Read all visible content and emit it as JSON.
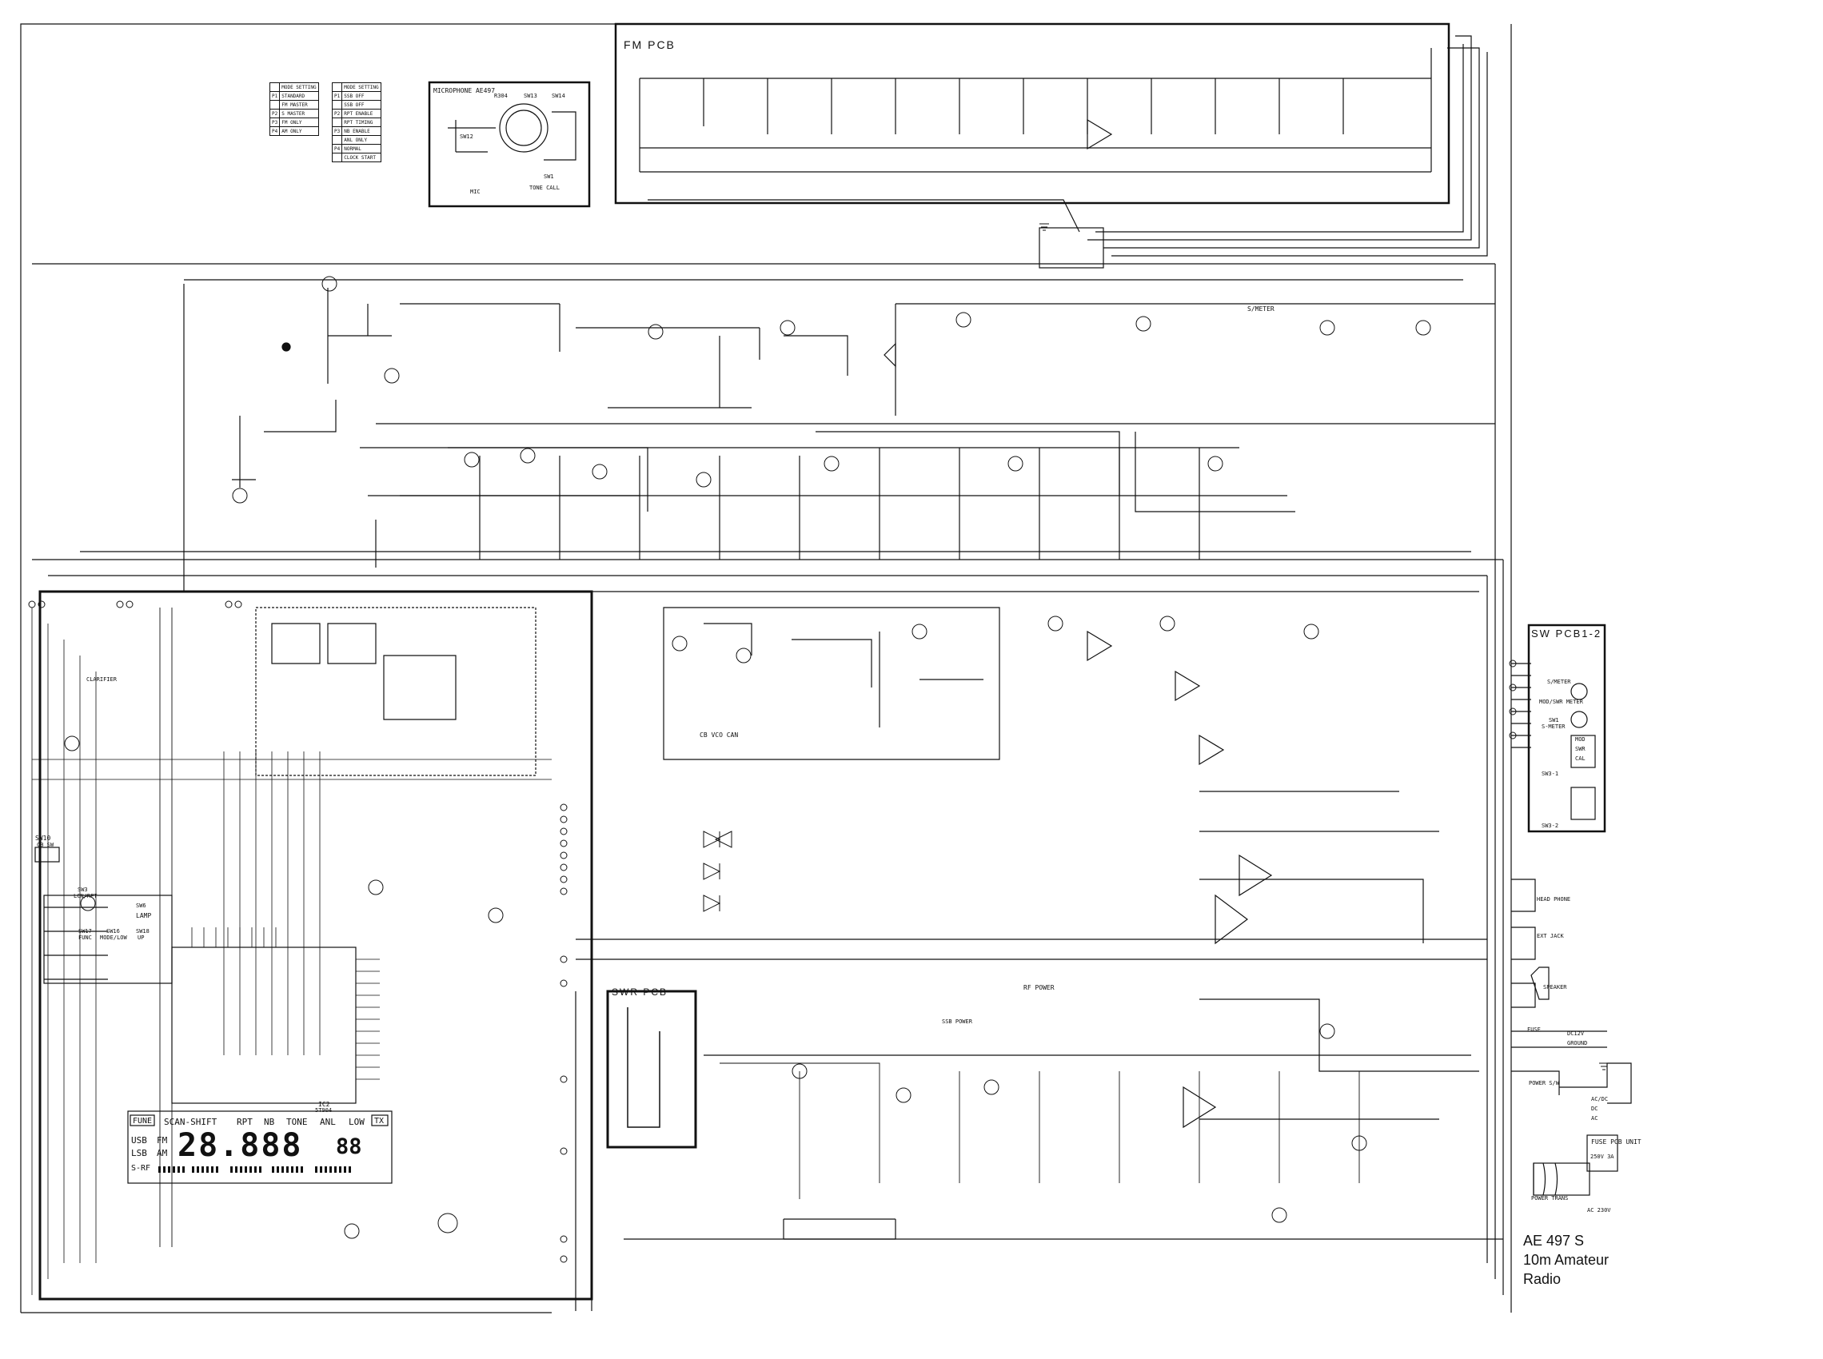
{
  "title_block": {
    "model": "AE 497 S",
    "line2": "10m Amateur",
    "line3": "Radio"
  },
  "boards": {
    "fm_pcb": "FM PCB",
    "swr_pcb": "SWR PCB",
    "sw_pcb": "SW PCB1-2",
    "fuse_pcb": "FUSE PCB UNIT",
    "microphone": "MICROPHONE AE497"
  },
  "microphone_labels": {
    "r304": "R304",
    "sw13": "SW13",
    "sw14": "SW14",
    "sw12": "SW12",
    "sw1": "SW1",
    "tone_call": "TONE CALL",
    "mic": "MIC"
  },
  "mode_table_left": [
    [
      "",
      "MODE SETTING"
    ],
    [
      "P1",
      "STANDARD"
    ],
    [
      "",
      "FM MASTER"
    ],
    [
      "P2",
      "S MASTER"
    ],
    [
      "P3",
      "FM ONLY"
    ],
    [
      "P4",
      "AM ONLY"
    ]
  ],
  "mode_table_right": [
    [
      "",
      "MODE SETTING"
    ],
    [
      "P1",
      "SSB OFF"
    ],
    [
      "",
      "SSB OFF"
    ],
    [
      "P2",
      "RPT ENABLE"
    ],
    [
      "",
      "RPT TIMING"
    ],
    [
      "P3",
      "NB ENABLE"
    ],
    [
      "",
      "ANL ONLY"
    ],
    [
      "P4",
      "NORMAL"
    ],
    [
      "",
      "CLOCK START"
    ]
  ],
  "lcd": {
    "header": [
      "FUNE",
      "SCAN-SHIFT",
      "RPT",
      "NB",
      "TONE",
      "ANL",
      "LOW",
      "TX"
    ],
    "mode_labels": [
      "USB",
      "FM",
      "LSB",
      "AM"
    ],
    "frequency": "28.888",
    "channel": "88",
    "meter": "S-RF"
  },
  "switch_panel": {
    "s_meter": "S/METER",
    "mod_swr_meter": "MOD/SWR METER",
    "sw1": "SW1",
    "sw1_label": "S-METER",
    "mod": "MOD",
    "swr": "SWR",
    "cal": "CAL",
    "sw3_1": "SW3-1",
    "sw3_2": "SW3-2"
  },
  "right_connectors": {
    "head_phone": "HEAD PHONE",
    "ext_jack": "EXT JACK",
    "speaker": "SPEAKER",
    "fuse": "FUSE",
    "dc_12v": "DC12V",
    "ground": "GROUND",
    "power_sw": "POWER S/W",
    "ac_dc": "AC/DC",
    "dc": "DC",
    "ac": "AC",
    "fuse_rating": "250V 3A",
    "power_trans": "POWER TRANS",
    "ac_230v": "AC 230V"
  },
  "front_panel_labels": {
    "sw10": "SW10",
    "cb_sw": "CB SW",
    "sw3": "SW3",
    "lcn_rpt": "LCN/RPT",
    "sw6": "SW6",
    "lamp": "LAMP",
    "sw17": "SW17",
    "func": "FUNC",
    "sw16": "SW16",
    "mode_low": "MODE/LOW",
    "sw18": "SW18",
    "up": "UP",
    "clarifier": "CLARIFIER",
    "ic2": "IC2",
    "ic2_part": "5T904"
  },
  "section_labels": {
    "cb_vco_can": "CB VCO CAN",
    "s_meter_q": "S/METER",
    "rf_power": "RF POWER",
    "ssb_power": "SSB POWER"
  }
}
